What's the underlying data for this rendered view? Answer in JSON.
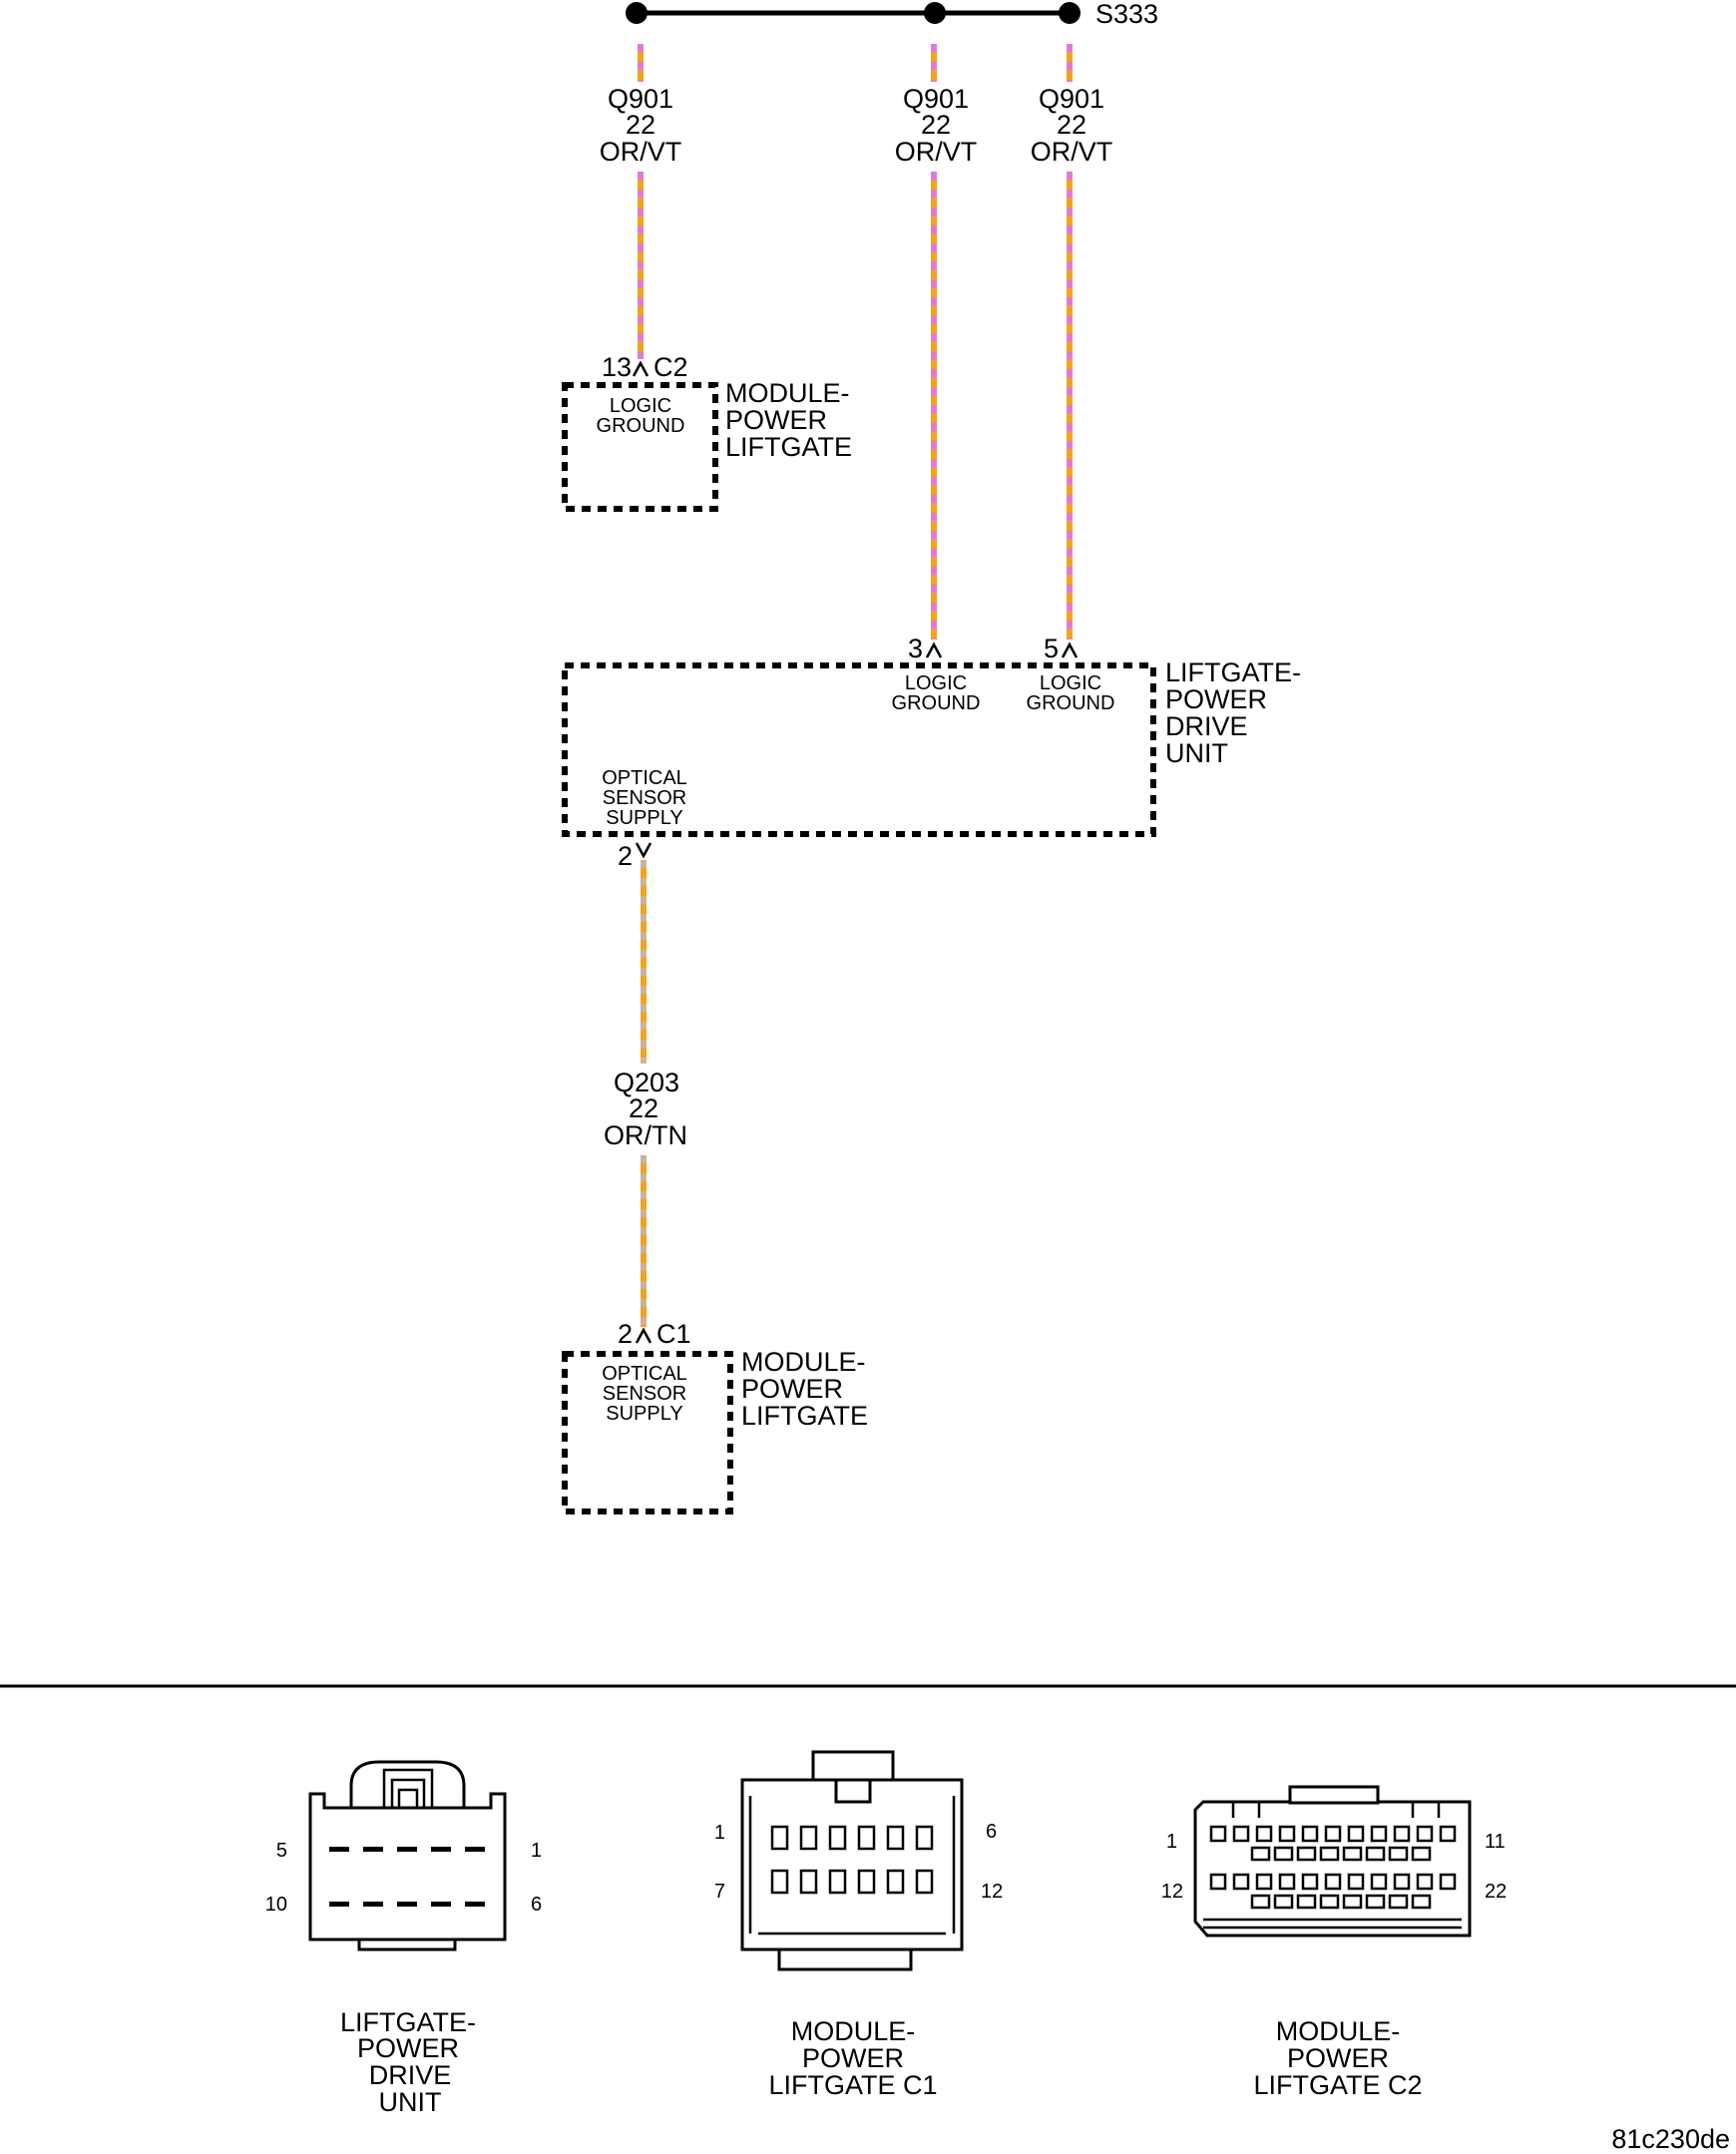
{
  "colors": {
    "orange": "#f5a31a",
    "violet": "#e07ad8",
    "tan": "#c8b49c"
  },
  "splice": {
    "id": "S333"
  },
  "wires": [
    {
      "circuit": "Q901",
      "gauge": "22",
      "color": "OR/VT"
    },
    {
      "circuit": "Q901",
      "gauge": "22",
      "color": "OR/VT"
    },
    {
      "circuit": "Q901",
      "gauge": "22",
      "color": "OR/VT"
    },
    {
      "circuit": "Q203",
      "gauge": "22",
      "color": "OR/TN"
    }
  ],
  "components": {
    "module_c2": {
      "name_lines": [
        "MODULE-",
        "POWER",
        "LIFTGATE"
      ],
      "pin": "13",
      "connector": "C2",
      "function_lines": [
        "LOGIC",
        "GROUND"
      ]
    },
    "drive_unit": {
      "name_lines": [
        "LIFTGATE-",
        "POWER",
        "DRIVE",
        "UNIT"
      ],
      "pins": [
        {
          "pin": "3",
          "function_lines": [
            "LOGIC",
            "GROUND"
          ]
        },
        {
          "pin": "5",
          "function_lines": [
            "LOGIC",
            "GROUND"
          ]
        },
        {
          "pin": "2",
          "function_lines": [
            "OPTICAL",
            "SENSOR",
            "SUPPLY"
          ]
        }
      ]
    },
    "module_c1": {
      "name_lines": [
        "MODULE-",
        "POWER",
        "LIFTGATE"
      ],
      "pin": "2",
      "connector": "C1",
      "function_lines": [
        "OPTICAL",
        "SENSOR",
        "SUPPLY"
      ]
    }
  },
  "connector_views": [
    {
      "name_lines": [
        "LIFTGATE-",
        "POWER",
        "DRIVE",
        "UNIT"
      ],
      "pin_labels": [
        "5",
        "1",
        "10",
        "6"
      ]
    },
    {
      "name_lines": [
        "MODULE-",
        "POWER",
        "LIFTGATE C1"
      ],
      "pin_labels": [
        "1",
        "6",
        "7",
        "12"
      ]
    },
    {
      "name_lines": [
        "MODULE-",
        "POWER",
        "LIFTGATE C2"
      ],
      "pin_labels": [
        "1",
        "11",
        "12",
        "22"
      ]
    }
  ],
  "figure_id": "81c230de"
}
